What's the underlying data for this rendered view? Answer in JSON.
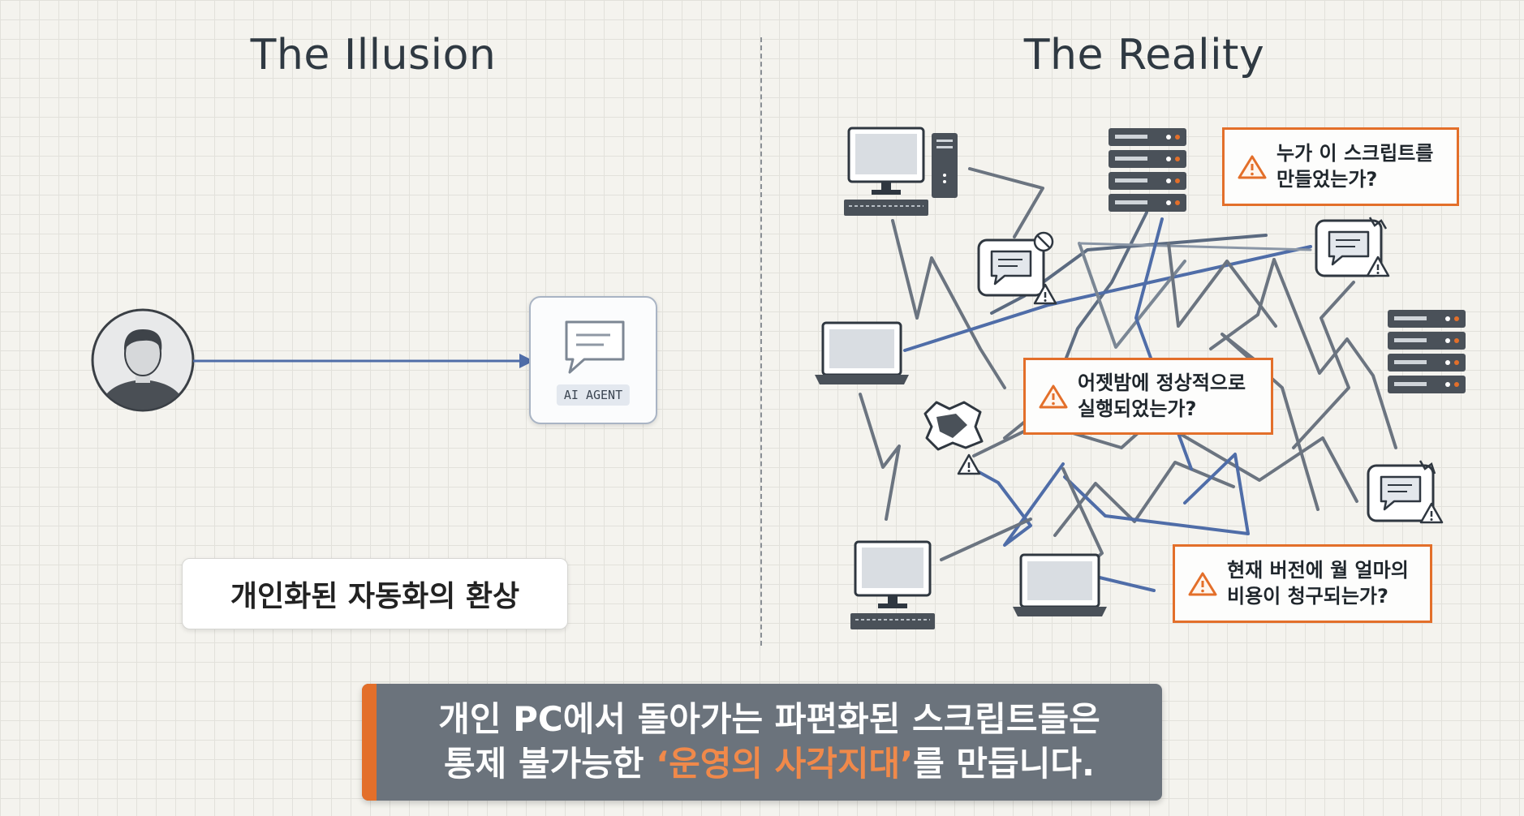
{
  "illusion": {
    "title": "The Illusion",
    "agent_label": "AI AGENT",
    "caption": "개인화된 자동화의 환상"
  },
  "reality": {
    "title": "The Reality",
    "questions": [
      {
        "text": "누가 이 스크립트를\n만들었는가?"
      },
      {
        "text": "어젯밤에 정상적으로\n실행되었는가?"
      },
      {
        "text": "현재 버전에 월 얼마의\n비용이 청구되는가?"
      }
    ]
  },
  "banner": {
    "line1": "개인 PC에서 돌아가는 파편화된 스크립트들은",
    "line2_pre": "통제 불가능한 ",
    "line2_highlight": "‘운영의 사각지대’",
    "line2_post": "를 만듭니다."
  },
  "colors": {
    "accent_orange": "#e36f2a",
    "arrow_blue": "#4f6da8",
    "line_gray": "#6b7480",
    "banner_bg": "#6b737c",
    "highlight": "#f0894a"
  },
  "icons": [
    "user-avatar-icon",
    "chat-bubble-icon",
    "desktop-computer-icon",
    "server-rack-icon",
    "laptop-icon",
    "warning-icon",
    "blocked-icon",
    "broken-chat-icon"
  ]
}
